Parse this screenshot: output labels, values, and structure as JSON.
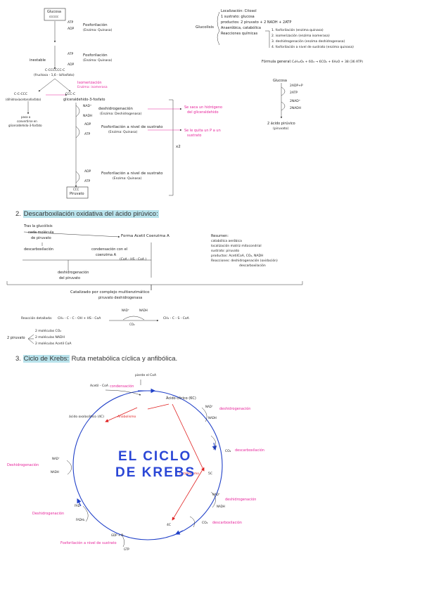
{
  "glycolysis": {
    "glucosa": "Glucosa",
    "glucosa_c": "cccccc",
    "atp": "ATP",
    "adp": "ADP",
    "fosforilacion": "Fosforilación",
    "enzima_quinasa": "(Enzima: Quinasa)",
    "inestable": "inestable",
    "hexose": "C-CCCCCC-C",
    "fructosa": "(fructosa - 1,6 - bifosfato)",
    "isomerizacion": "Isomerización",
    "enzima_isomerasa": "Enzima: isomerasa",
    "ccc_left": "C-C-CCC",
    "dhap_label": "(dihidroxiacetonafosfato)",
    "ccc_right": "CCC-C",
    "gliceraldehido": "gliceraldehido-3-fosfato",
    "pasa_a": "pasa a",
    "convertirse": "convertirse en",
    "gliceraldehido_short": "gliceraldehido-3-fosfato",
    "nad": "NAD⁺",
    "nadh": "NADH",
    "deshidrogenacion": "deshidrogenación",
    "enzima_deshidrogenasa": "(Enzima: Deshidrogenasa)",
    "se_saca": "Se saca un hidrógeno",
    "del_glic": "del gliceraldehido",
    "fosf_sustrato": "Fosforilación a nivel de sustrato",
    "enzima_quinasa2": "(Enzima: Quinasa)",
    "se_le_quita": "Se le quita un P a un",
    "sustrato": "sustrato",
    "x2": "x2",
    "fosf_sustrato2": "Fosforilación a nivel de sustrato",
    "enzima_quinasa3": "(Enzima: Quinasa)",
    "piruvato_c": "CCC",
    "piruvato": "Piruvato"
  },
  "glycolysis_summary": {
    "glucolisis": "Glucolisis",
    "items": [
      "Localización: Citosol",
      "1 sustrato: glucosa",
      "productos: 2 piruvato + 2 NADH + 2ATP",
      "Anaeróbica, catabólica",
      "Reacciones químicas"
    ],
    "reactions": [
      "1. fosforilación (enzima quinasa)",
      "2. isomerización (enzima isomerasa)",
      "3. deshidrogenación (enzima deshidrogenasa)",
      "4. fosforilación a nivel de sustrato (enzima quinasa)"
    ],
    "formula_label": "Fórmula general:",
    "formula": "C₆H₁₂O₆ + 6O₂ → 6CO₂ + 6H₂O + 38 (36 ATP)",
    "glucosa": "Glucosa",
    "out1": "2ADP+P",
    "out2": "2ATP",
    "out3": "2NAD⁺",
    "out4": "2NADH",
    "result": "2 ácido pirúvico",
    "result_sub": "(piruvato)"
  },
  "section2": {
    "number": "2.",
    "title": "Descarboxilación oxidativa del ácido pirúvico:",
    "tras": "Tras la glucólisis",
    "cada": "cada molécula",
    "de_piruvato": "de piruvato",
    "forma": "Forma Acetil Coenzima A",
    "descarbox": "descarboxilación",
    "condensacion": "condensación con el",
    "coenzima": "coenzima A",
    "coa_formula": "(CoA - HS - CoA )",
    "deshidro": "deshidrogenación",
    "del_piruvato": "del piruvato",
    "catalizado": "Catalizado por complejo multienzimático",
    "complejo": "piruvato deshidrogenasa",
    "resumen": "Resumen:",
    "resumen_items": [
      "catabólica aeróbica",
      "localización matriz mitocondrial",
      "sustrato: piruvato",
      "productos: AcetilCoA, CO₂, NADH",
      "Reacciones: deshidrogenación (oxidación)",
      "descarboxilación"
    ],
    "reaccion_label": "Reacción detallada:",
    "reaccion_left": "CH₃ - C - C - OH + HS - CoA",
    "reaccion_right": "CH₃ - C - S - CoA",
    "nad": "NAD⁺",
    "nadh": "NADH",
    "co2": "CO₂",
    "dos_piruvato": "2 piruvato",
    "out1": "2 moléculas CO₂",
    "out2": "2 moléculas NADH",
    "out3": "2 moléculas Acetil CoA"
  },
  "section3": {
    "number": "3.",
    "title_hl": "Ciclo de Krebs:",
    "title_rest": "Ruta metabólica cíclica y anfibólica.",
    "pierde": "pierde el CoA",
    "acetil": "Acetil - CoA",
    "condensacion": "condensación",
    "acido_citrico": "Ácido cítrico (6C)",
    "oxalacetico": "ácido oxalacético (4C)",
    "anabolismo": "Anabolismo",
    "catabolismo": "Catabolismo",
    "center_line1": "EL CICLO",
    "center_line2": "DE KREBS",
    "nad1": "NAD⁺",
    "nadh1": "NADH",
    "desh1": "deshidrogenación",
    "co2_1": "CO₂",
    "descarbox1": "descarboxilación",
    "c5": "5C",
    "nad2": "NAD⁺",
    "nadh2": "NADH",
    "desh2": "deshidrogenación",
    "co2_2": "CO₂",
    "descarbox2": "descarboxilación",
    "c4": "4C",
    "nad_left": "NAD⁺",
    "nadh_left": "NADH",
    "desh_left": "Deshidrogenación",
    "fad": "FAD",
    "fadh2": "FADH₂",
    "desh_fad": "Deshidrogenación",
    "gdp": "GDP + Pᵢ",
    "gtp": "GTP",
    "fosf_sustrato": "Fosforilación a nivel de sustrato"
  },
  "colors": {
    "pink": "#e6229a",
    "red": "#e02020",
    "teal": "#2ab3a3",
    "blue": "#2040c8",
    "highlight": "#b9e3ec"
  }
}
